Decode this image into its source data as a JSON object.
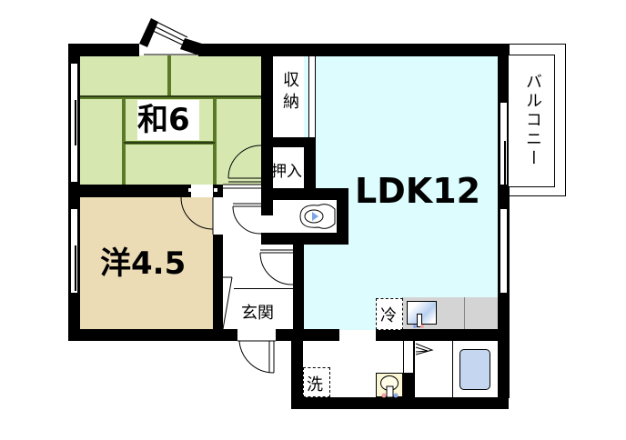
{
  "floorplan": {
    "rooms": {
      "washitsu": {
        "label": "和6",
        "type": "Japanese-style room",
        "size_jo": 6,
        "color": "#d6e8b0"
      },
      "yoshitsu": {
        "label": "洋4.5",
        "type": "Western-style room",
        "size_jo": 4.5,
        "color": "#ecdcb6"
      },
      "ldk": {
        "label": "LDK12",
        "type": "Living/Dining/Kitchen",
        "size_jo": 12,
        "color": "#dcfcfe"
      },
      "storage": {
        "label": "収納"
      },
      "closet": {
        "label": "押入"
      },
      "entrance": {
        "label": "玄関"
      },
      "balcony": {
        "label": "バルコニー"
      },
      "fridge": {
        "label": "冷"
      },
      "washer": {
        "label": "洗"
      }
    },
    "colors": {
      "wall": "#000000",
      "tatami_border": "#5a7a28",
      "kitchen_counter": "#d4d4d4",
      "bathtub": "#c4d6f0",
      "toilet_accent": "#7aa6e8",
      "sink_yellow": "#fbf6d4"
    }
  }
}
